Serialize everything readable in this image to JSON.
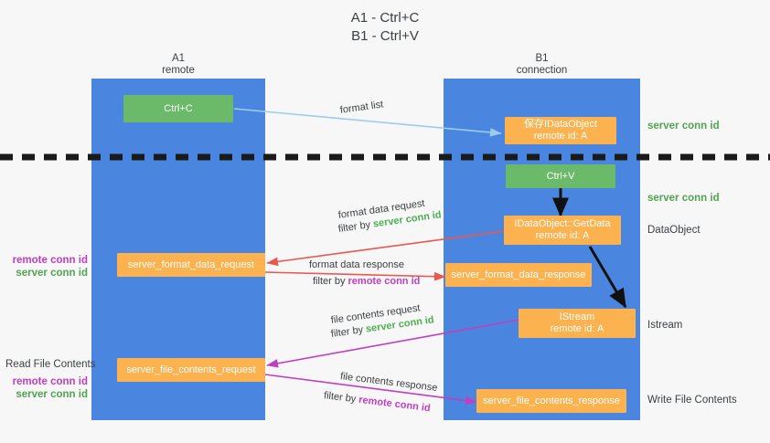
{
  "title": {
    "line1": "A1 - Ctrl+C",
    "line2": "B1 - Ctrl+V"
  },
  "columns": [
    {
      "name": "A1",
      "sub": "remote"
    },
    {
      "name": "B1",
      "sub": "connection"
    }
  ],
  "colors": {
    "lane": "#4a86e0",
    "green_box": "#6aba6a",
    "orange_box": "#fbb24f",
    "server_conn_id": "#51a351",
    "remote_conn_id": "#c03ec0",
    "format_list_arrow": "#9ccdea",
    "format_data_arrow": "#e8584f",
    "file_contents_arrow": "#c03ec0",
    "internal_arrow": "#000000",
    "divider": "#1a1a1a"
  },
  "boxes": {
    "ctrl_c": {
      "label": "Ctrl+C"
    },
    "ctrl_v": {
      "label": "Ctrl+V"
    },
    "save_idataobject": {
      "line1": "保存IDataObject",
      "line2": "remote id: A"
    },
    "getdata": {
      "line1": "IDataObject::GetData",
      "line2": "remote id: A"
    },
    "istream": {
      "line1": "IStream",
      "line2": "remote id: A"
    },
    "server_format_data_request": {
      "label": "server_format_data_request"
    },
    "server_format_data_response": {
      "label": "server_format_data_response"
    },
    "server_file_contents_request": {
      "label": "server_file_contents_request"
    },
    "server_file_contents_response": {
      "label": "server_file_contents_response"
    }
  },
  "right_labels": {
    "server_conn_id_top": "server conn id",
    "server_conn_id_mid": "server conn id",
    "dataobject": "DataObject",
    "istream": "Istream",
    "write_file_contents": "Write File Contents"
  },
  "left_labels": {
    "remote_conn_id_1": "remote conn id",
    "server_conn_id_1": "server conn id",
    "read_file_contents": "Read File Contents",
    "remote_conn_id_2": "remote conn id",
    "server_conn_id_2": "server conn id"
  },
  "edges": {
    "format_list": {
      "label": "format list"
    },
    "format_data_request": {
      "line1": "format data request",
      "filter_prefix": "filter by ",
      "filter_value": "server conn id"
    },
    "format_data_response": {
      "line1": "format data response",
      "filter_prefix": "filter by ",
      "filter_value": "remote conn id"
    },
    "file_contents_request": {
      "line1": "file contents request",
      "filter_prefix": "filter by ",
      "filter_value": "server conn id"
    },
    "file_contents_response": {
      "line1": "file contents response",
      "filter_prefix": "filter by ",
      "filter_value": "remote conn id"
    }
  }
}
